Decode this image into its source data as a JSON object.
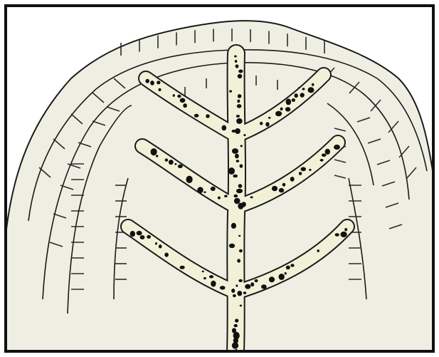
{
  "figure": {
    "colors": {
      "background": "#ffffff",
      "ground": "#eeeee2",
      "outline": "#1a1a1a",
      "vein_fill": "#f2f1d8",
      "vein_speckle": "#111111",
      "hatch": "#2a2a2a"
    },
    "layers": [
      {
        "name": "outer-ridge"
      },
      {
        "name": "middle-ridge"
      },
      {
        "name": "inner-ridge"
      }
    ],
    "veins": [
      {
        "name": "central-trunk"
      },
      {
        "name": "branch-upper-left"
      },
      {
        "name": "branch-upper-right"
      },
      {
        "name": "branch-middle-left"
      },
      {
        "name": "branch-middle-right"
      },
      {
        "name": "branch-lower-left"
      },
      {
        "name": "branch-lower-right"
      }
    ]
  }
}
